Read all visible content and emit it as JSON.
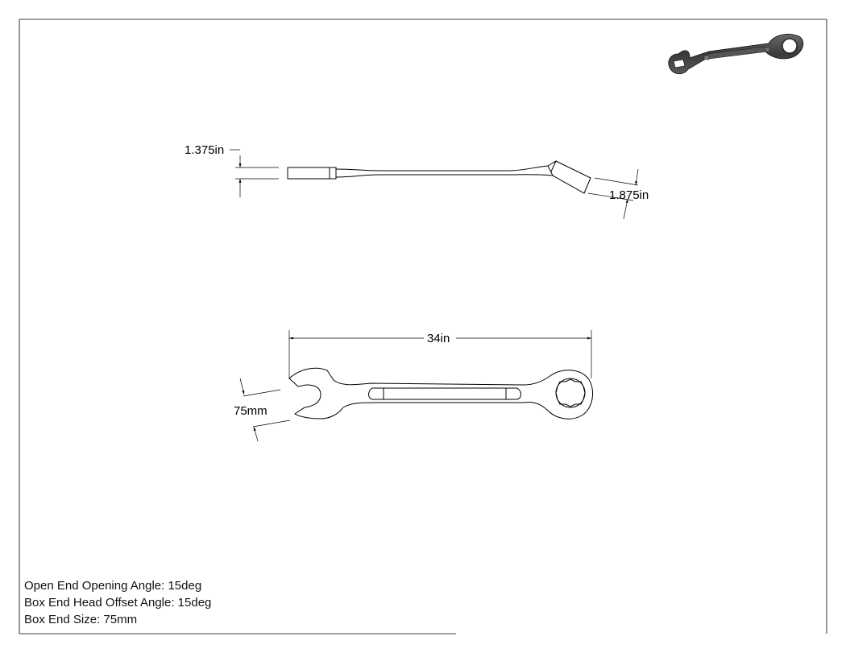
{
  "dimensions": {
    "thickness_open": "1.375in",
    "thickness_box": "1.875in",
    "length": "34in",
    "opening": "75mm"
  },
  "specs": [
    {
      "label": "Open End Opening Angle: 15deg"
    },
    {
      "label": "Box End Head Offset Angle: 15deg"
    },
    {
      "label": "Box End Size: 75mm"
    }
  ],
  "colors": {
    "line": "#000000",
    "thumbnail": "#4a4a4a"
  }
}
